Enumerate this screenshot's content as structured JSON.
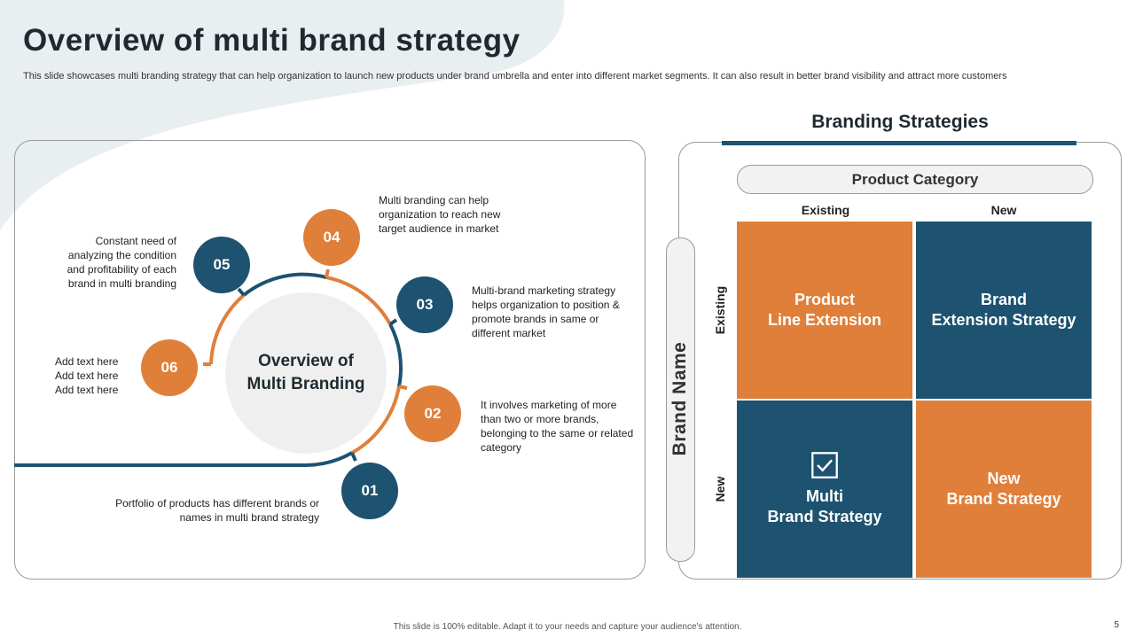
{
  "slide": {
    "title": "Overview of multi brand strategy",
    "subtitle": "This slide showcases multi branding strategy that can help organization to launch new products under brand umbrella and enter into different market segments. It can also result in better brand visibility and attract more customers",
    "footer": "This slide is 100% editable. Adapt it to your needs and capture your audience's attention.",
    "page_number": "5"
  },
  "overview": {
    "center_line1": "Overview of",
    "center_line2": "Multi Branding",
    "steps": [
      {
        "number": "01",
        "text": "Portfolio of products has different  brands or names in multi brand strategy"
      },
      {
        "number": "02",
        "text": "It involves  marketing of more than two or more brands, belonging to the same or related category"
      },
      {
        "number": "03",
        "text": "Multi-brand marketing strategy helps organization to position & promote brands in same or different  market"
      },
      {
        "number": "04",
        "text": "Multi branding can help organization to reach new target audience  in market"
      },
      {
        "number": "05",
        "text": "Constant need of analyzing the condition and profitability of each brand in multi branding"
      },
      {
        "number": "06",
        "text": "Add text here Add text here Add text here"
      }
    ]
  },
  "branding": {
    "title": "Branding Strategies",
    "product_category": "Product Category",
    "brand_name": "Brand Name",
    "col_existing": "Existing",
    "col_new": "New",
    "row_existing": "Existing",
    "row_new": "New",
    "cells": {
      "tl": {
        "line1": "Product",
        "line2": "Line Extension"
      },
      "tr": {
        "line1": "Brand",
        "line2": "Extension Strategy"
      },
      "bl": {
        "line1": "Multi",
        "line2": "Brand Strategy",
        "icon": "checkbox-checked-icon"
      },
      "br": {
        "line1": "New",
        "line2": "Brand Strategy"
      }
    }
  },
  "colors": {
    "orange": "#e07f3a",
    "navy": "#1d5270",
    "light_gray": "#efefef"
  }
}
